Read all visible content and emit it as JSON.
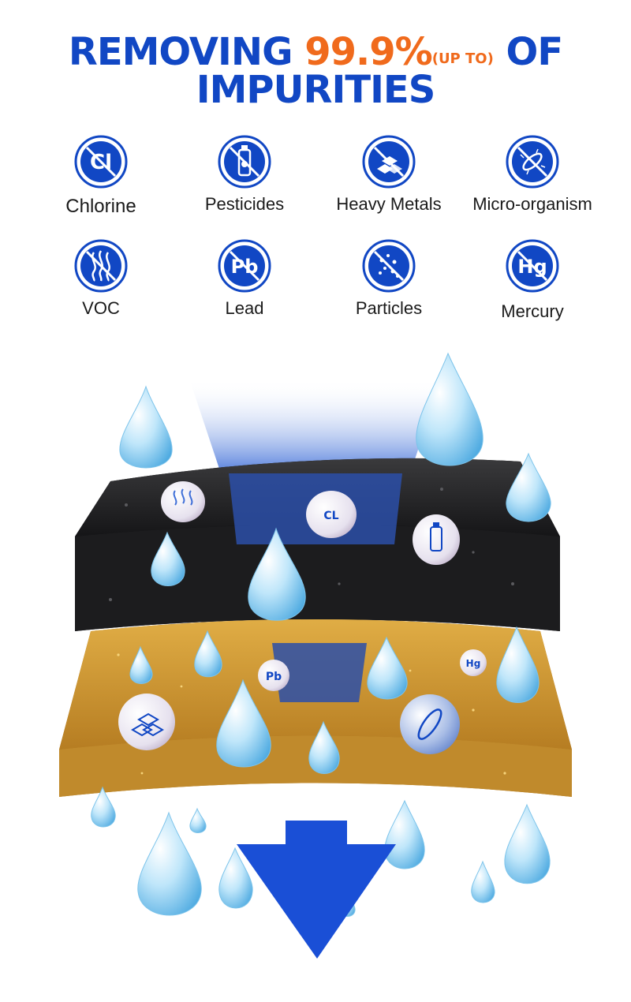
{
  "headline": {
    "word1": "REMOVING",
    "percent": "99.9%",
    "qualifier": "(UP TO)",
    "word2": "OF",
    "line2": "IMPURITIES"
  },
  "impurities": [
    {
      "label": "Chlorine",
      "icon": "chlorine-icon",
      "symbol": "Cl"
    },
    {
      "label": "Pesticides",
      "icon": "pesticide-bottle-icon"
    },
    {
      "label": "Heavy Metals",
      "icon": "metal-bars-icon"
    },
    {
      "label": "Micro-organism",
      "icon": "bacteria-icon"
    },
    {
      "label": "VOC",
      "icon": "vapor-waves-icon"
    },
    {
      "label": "Lead",
      "icon": "lead-icon",
      "symbol": "Pb"
    },
    {
      "label": "Particles",
      "icon": "particles-icon"
    },
    {
      "label": "Mercury",
      "icon": "mercury-icon",
      "symbol": "Hg"
    }
  ],
  "illustration": {
    "bubbles": [
      {
        "icon": "vapor-waves-icon"
      },
      {
        "text": "CL"
      },
      {
        "icon": "pesticide-bottle-icon"
      },
      {
        "text": "Pb"
      },
      {
        "text": "Hg"
      },
      {
        "icon": "metal-bars-icon"
      },
      {
        "icon": "bacteria-icon"
      }
    ]
  },
  "colors": {
    "brand_blue": "#1147c4",
    "accent_orange": "#f06a1c",
    "carbon_layer": "#1c1c1e",
    "ceramic_layer": "#c8952e",
    "water_drop": "#8fd0f2"
  }
}
